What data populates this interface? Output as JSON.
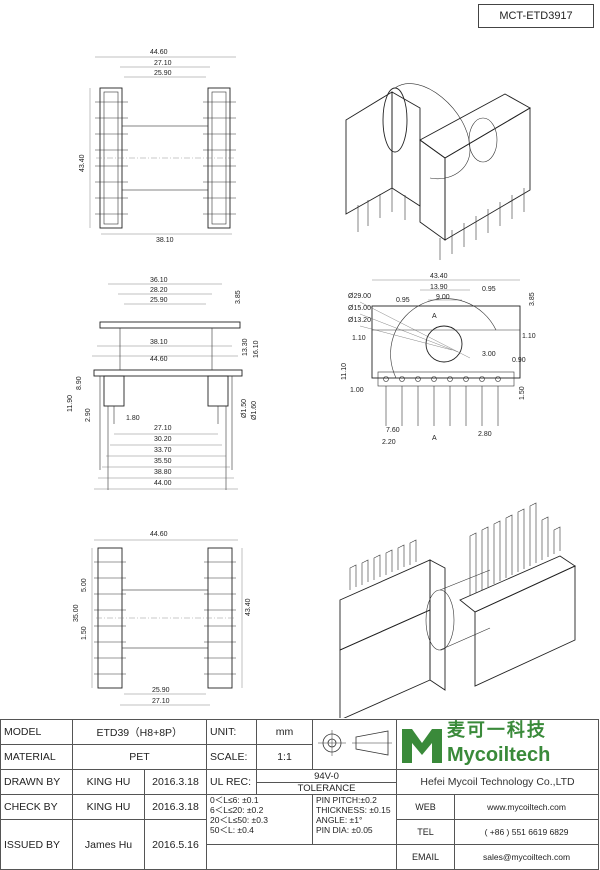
{
  "part_number": "MCT-ETD3917",
  "views": {
    "top_view": {
      "dims": [
        "44.60",
        "27.10",
        "25.90",
        "43.40",
        "38.10"
      ]
    },
    "front_view": {
      "dims": [
        "36.10",
        "28.20",
        "25.90",
        "3.85",
        "38.10",
        "44.60",
        "13.30",
        "16.10",
        "11.90",
        "8.90",
        "2.90",
        "1.80",
        "27.10",
        "30.20",
        "33.70",
        "35.50",
        "38.80",
        "44.00",
        "Ø1.50",
        "Ø1.60"
      ]
    },
    "side_view": {
      "dims": [
        "43.40",
        "13.90",
        "9.00",
        "0.95",
        "0.95",
        "3.85",
        "Ø29.00",
        "Ø15.00",
        "Ø13.20",
        "1.10",
        "1.10",
        "11.10",
        "3.00",
        "0.90",
        "1.00",
        "1.50",
        "7.60",
        "2.20",
        "2.80",
        "A",
        "A"
      ]
    },
    "bottom_view": {
      "dims": [
        "44.60",
        "5.00",
        "35.00",
        "1.50",
        "43.40",
        "25.90",
        "27.10"
      ]
    }
  },
  "title_block": {
    "model_label": "MODEL",
    "model_value": "ETD39（H8+8P）",
    "unit_label": "UNIT:",
    "unit_value": "mm",
    "material_label": "MATERIAL",
    "material_value": "PET",
    "scale_label": "SCALE:",
    "scale_value": "1:1",
    "drawn_label": "DRAWN BY",
    "drawn_name": "KING HU",
    "drawn_date": "2016.3.18",
    "ul_label": "UL REC:",
    "ul_value": "94V-0",
    "tolerance_label": "TOLERANCE",
    "check_label": "CHECK BY",
    "check_name": "KING HU",
    "check_date": "2016.3.18",
    "issued_label": "ISSUED BY",
    "issued_name": "James Hu",
    "issued_date": "2016.5.16",
    "tol_left": [
      "0＜L≤6: ±0.1",
      "6＜L≤20: ±0.2",
      "20＜L≤50: ±0.3",
      "50＜L: ±0.4"
    ],
    "tol_right": [
      "PIN PITCH:±0.2",
      "THICKNESS: ±0.15",
      "ANGLE: ±1°",
      "PIN DIA: ±0.05"
    ],
    "brand_cn": "麦可一科技",
    "brand_en": "Mycoiltech",
    "company": "Hefei Mycoil Technology Co.,LTD",
    "web_label": "WEB",
    "web_value": "www.mycoiltech.com",
    "tel_label": "TEL",
    "tel_value": "( +86 ) 551 6619 6829",
    "email_label": "EMAIL",
    "email_value": "sales@mycoiltech.com"
  },
  "colors": {
    "brand_green": "#3a8a3a",
    "line": "#333333"
  }
}
